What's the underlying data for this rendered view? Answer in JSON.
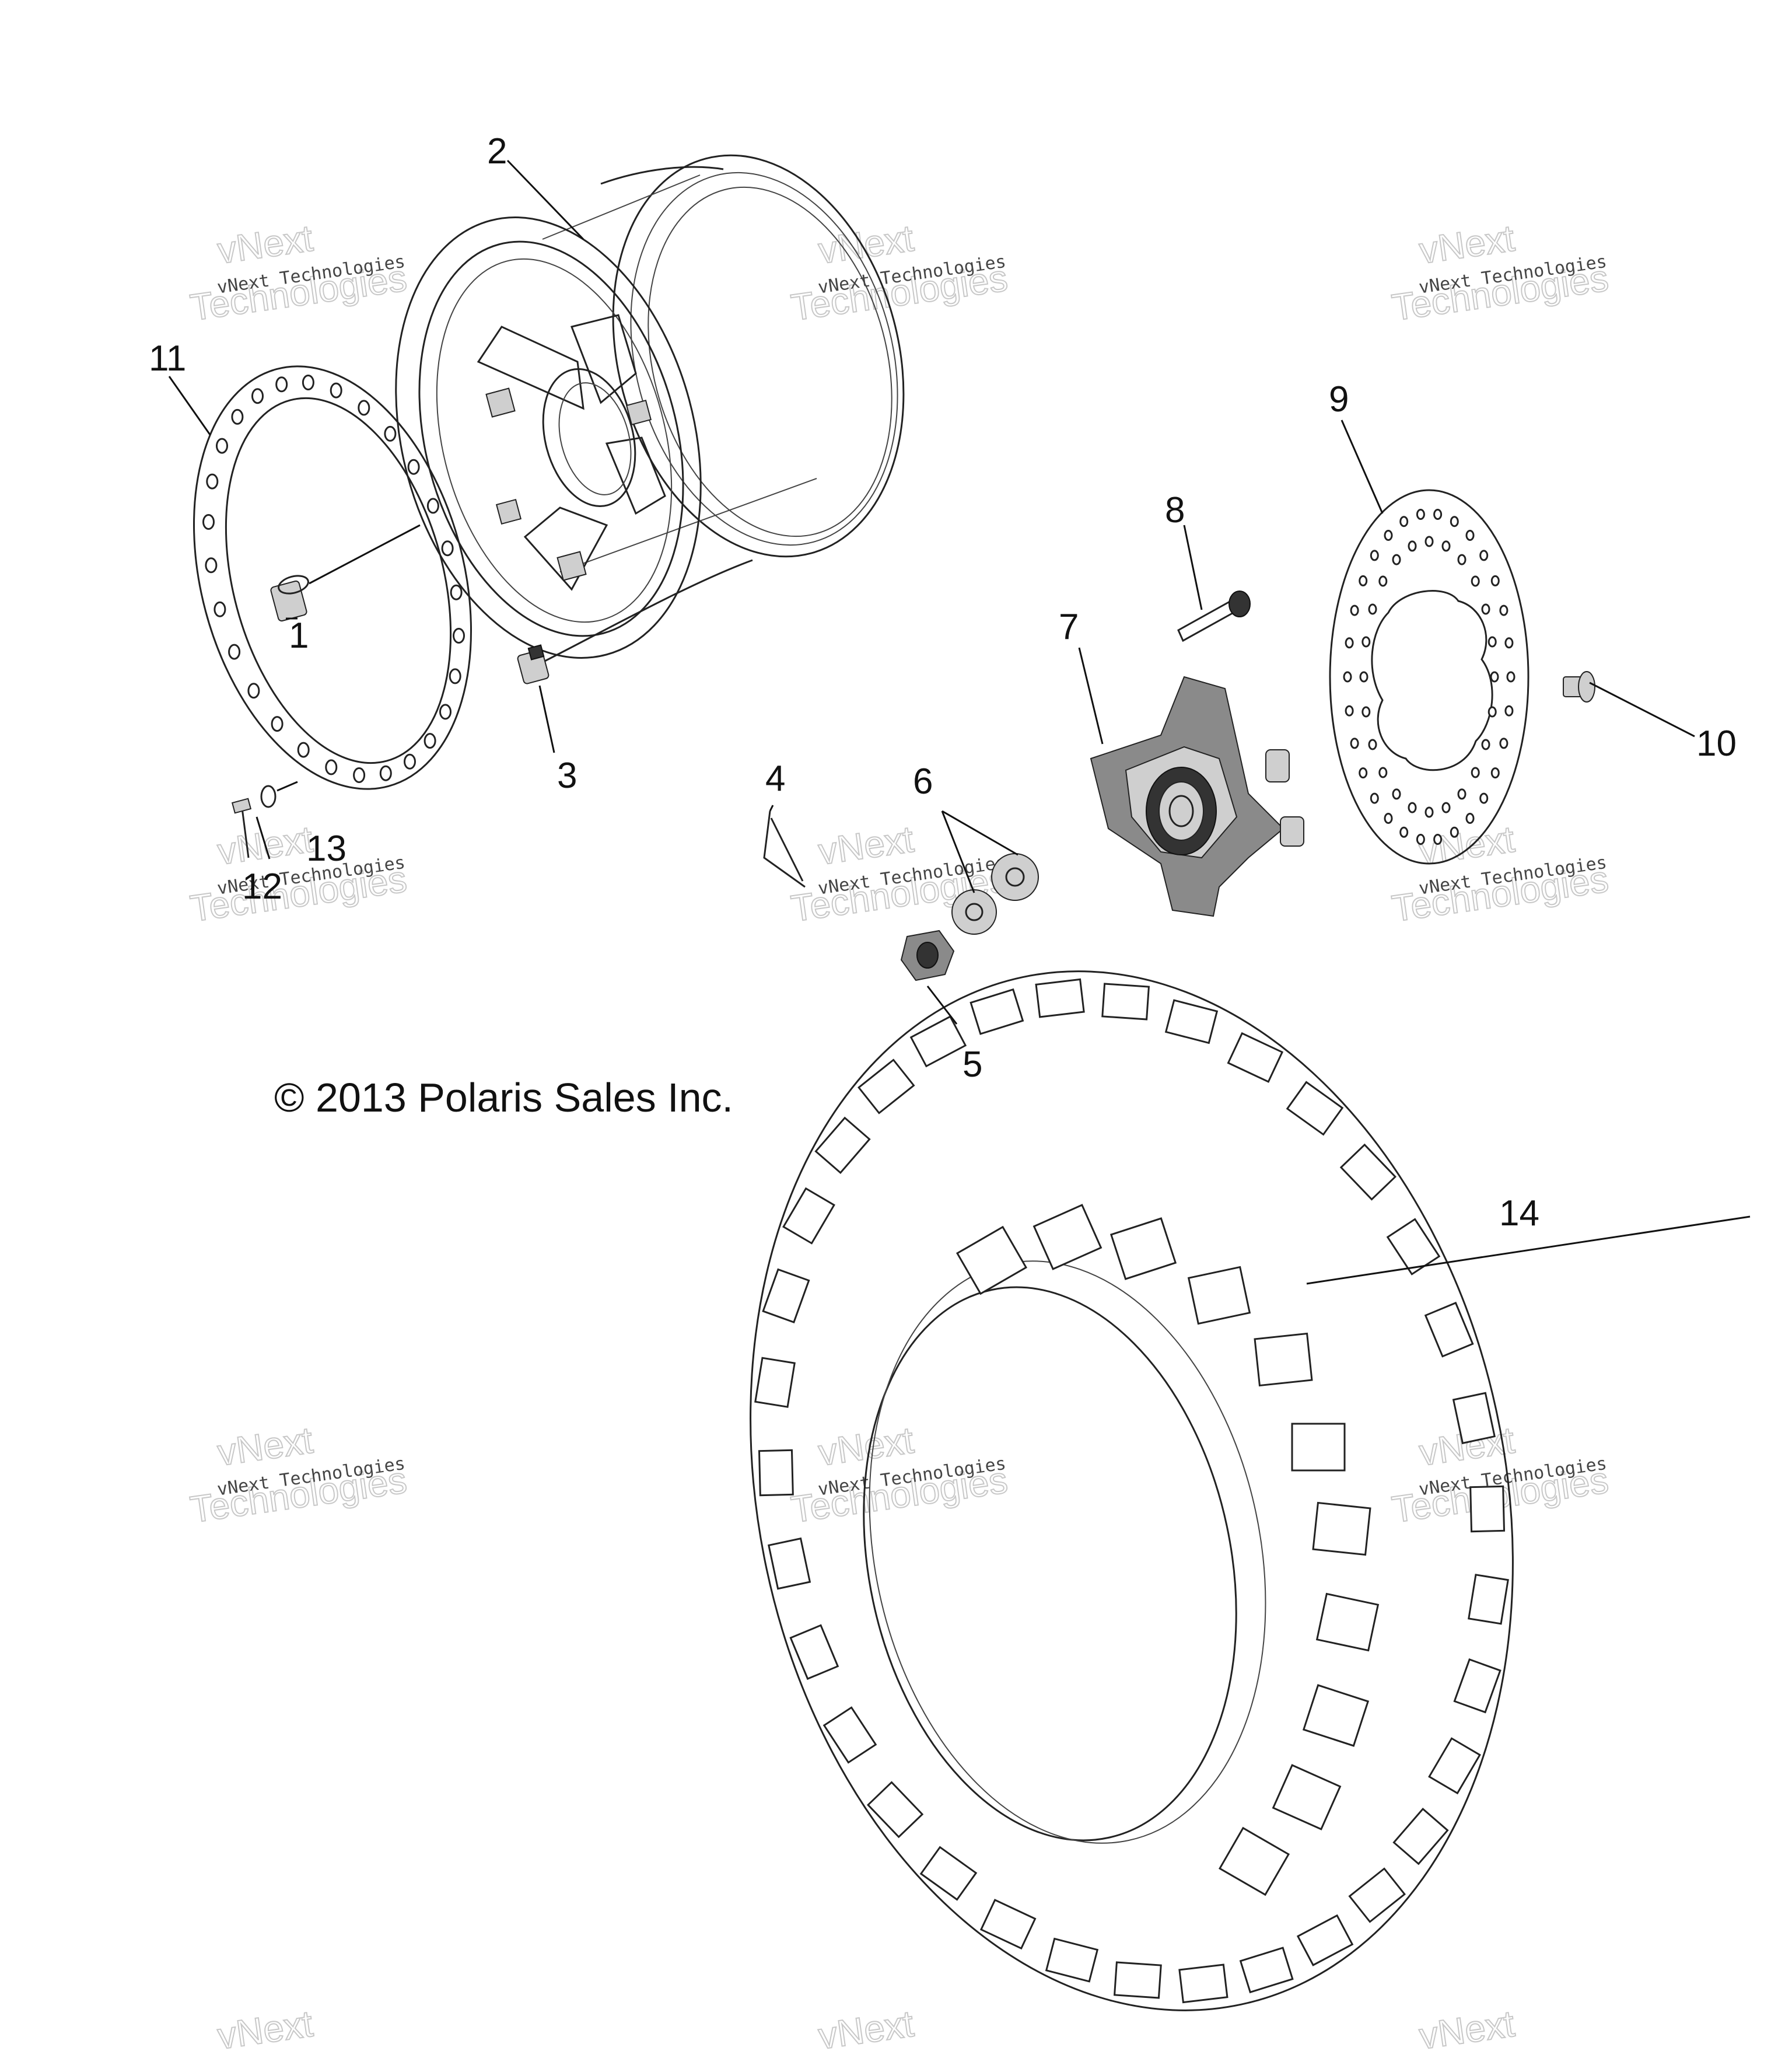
{
  "callouts": [
    {
      "id": "1",
      "label": "1"
    },
    {
      "id": "2",
      "label": "2"
    },
    {
      "id": "3",
      "label": "3"
    },
    {
      "id": "4",
      "label": "4"
    },
    {
      "id": "5",
      "label": "5"
    },
    {
      "id": "6",
      "label": "6"
    },
    {
      "id": "7",
      "label": "7"
    },
    {
      "id": "8",
      "label": "8"
    },
    {
      "id": "9",
      "label": "9"
    },
    {
      "id": "10",
      "label": "10"
    },
    {
      "id": "11",
      "label": "11"
    },
    {
      "id": "12",
      "label": "12"
    },
    {
      "id": "13",
      "label": "13"
    },
    {
      "id": "14",
      "label": "14"
    }
  ],
  "copyright": "© 2013 Polaris Sales Inc.",
  "watermark": {
    "small": "vNext Technologies",
    "big_top": "vNext",
    "big_bottom": "Technologies"
  },
  "colors": {
    "line": "#222222",
    "watermark": "#c8c8c8"
  }
}
